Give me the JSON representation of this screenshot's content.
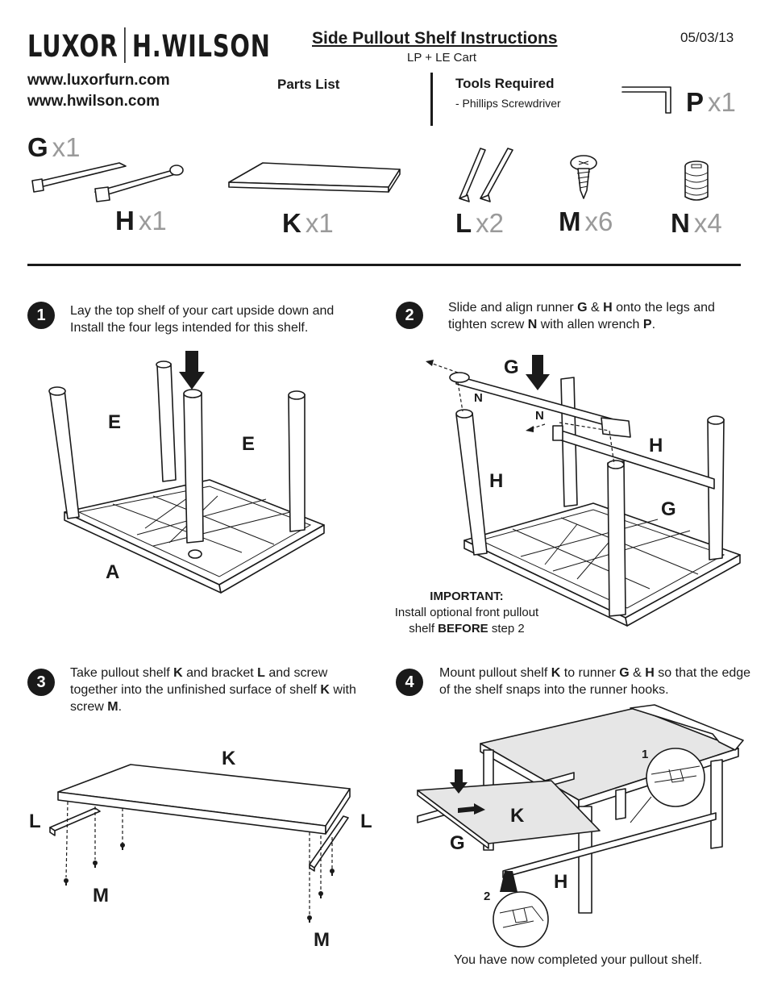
{
  "header": {
    "logo_left": "LUXOR",
    "logo_right": "H.WILSON",
    "urls": [
      "www.luxorfurn.com",
      "www.hwilson.com"
    ],
    "title": "Side Pullout Shelf Instructions",
    "subtitle": "LP + LE Cart",
    "date": "05/03/13"
  },
  "parts_list": {
    "heading": "Parts List",
    "items": [
      {
        "letter": "G",
        "qty": "x1",
        "icon": "runner-g-icon"
      },
      {
        "letter": "H",
        "qty": "x1",
        "icon": "runner-h-icon"
      },
      {
        "letter": "K",
        "qty": "x1",
        "icon": "shelf-k-icon"
      },
      {
        "letter": "L",
        "qty": "x2",
        "icon": "bracket-l-icon"
      },
      {
        "letter": "M",
        "qty": "x6",
        "icon": "screw-m-icon"
      },
      {
        "letter": "N",
        "qty": "x4",
        "icon": "setscrew-n-icon"
      },
      {
        "letter": "P",
        "qty": "x1",
        "icon": "allen-wrench-icon"
      }
    ]
  },
  "tools": {
    "heading": "Tools Required",
    "items": [
      "-  Phillips Screwdriver"
    ]
  },
  "steps": [
    {
      "number": "1",
      "text_parts": [
        "Lay the top shelf of your cart upside down and Install the four legs intended for this shelf."
      ],
      "labels": [
        "E",
        "E",
        "A"
      ]
    },
    {
      "number": "2",
      "text_parts": [
        "Slide and align runner ",
        "G",
        " & ",
        "H",
        " onto the legs and tighten screw ",
        "N",
        " with allen wrench ",
        "P",
        "."
      ],
      "labels": [
        "G",
        "N",
        "N",
        "H",
        "H",
        "G"
      ],
      "important_heading": "IMPORTANT:",
      "important_text_parts": [
        "Install optional front pullout shelf ",
        "BEFORE",
        " step 2"
      ]
    },
    {
      "number": "3",
      "text_parts": [
        "Take pullout shelf ",
        "K",
        " and bracket ",
        "L",
        " and screw together into the unfinished surface of shelf ",
        "K",
        " with screw ",
        "M",
        "."
      ],
      "labels": [
        "K",
        "L",
        "L",
        "M",
        "M"
      ]
    },
    {
      "number": "4",
      "text_parts": [
        "Mount pullout shelf ",
        "K",
        " to runner ",
        "G",
        " & ",
        "H",
        " so that the edge of the shelf snaps into the runner hooks."
      ],
      "labels": [
        "K",
        "G",
        "H",
        "1",
        "2"
      ],
      "completion": "You have now completed your pullout shelf."
    }
  ]
}
